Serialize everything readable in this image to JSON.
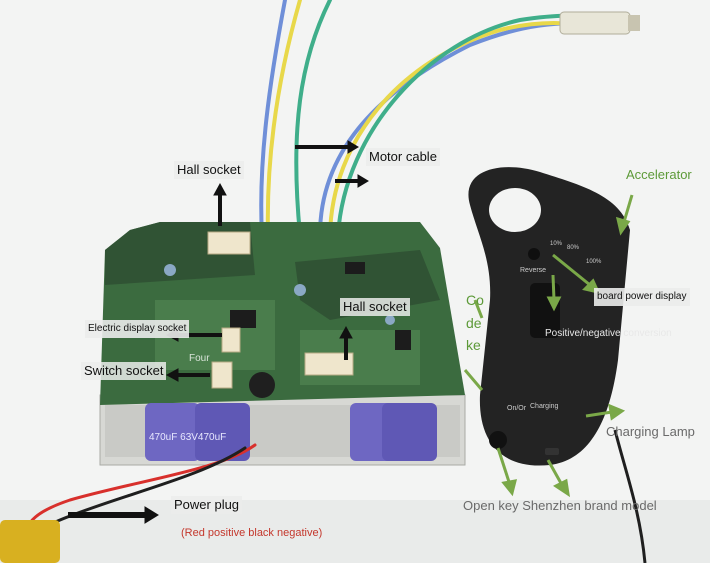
{
  "labels": {
    "hall_socket_top": "Hall socket",
    "motor_cable": "Motor cable",
    "hall_socket_middle": "Hall socket",
    "electric_display_socket": "Electric display socket",
    "four": "Four",
    "switch_socket": "Switch socket",
    "power_plug": "Power plug",
    "power_plug_note": "(Red positive black negative)",
    "accelerator": "Accelerator",
    "board_power_display": "board power display",
    "positive_negative_conversion": "Positive/negative conversion",
    "charging_lamp": "Charging Lamp",
    "open_key_brand": "Open key Shenzhen brand model",
    "partial_co": "Co",
    "partial_de": "de",
    "partial_ke": "ke"
  },
  "remote_printed": {
    "pct_10": "10%",
    "pct_80": "80%",
    "pct_100": "100%",
    "reverse": "Reverse",
    "on_or": "On/Or",
    "charging": "Charging"
  },
  "capacitor_text": "470uF 63V470uF",
  "colors": {
    "board": "#3b6b3f",
    "board_tape": "#2f4f33",
    "wire_blue": "#6f8fd8",
    "wire_yellow": "#e8d84a",
    "wire_green": "#3fae8a",
    "remote": "#232323",
    "arrow_green": "#7aa848",
    "capacitor": "#6e67c2",
    "power_wire_red": "#d8302c",
    "plug_yellow": "#d8b020"
  }
}
